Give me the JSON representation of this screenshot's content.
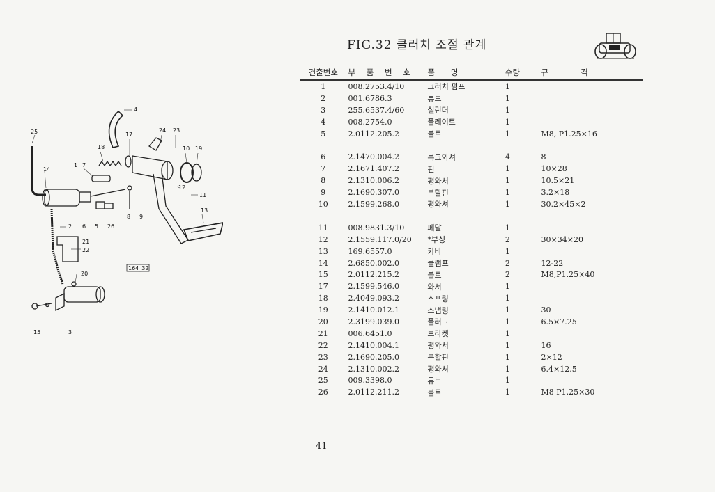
{
  "page": {
    "title": "FIG.32 클러치 조절 관계",
    "page_number": "41",
    "figure_code": "164_32"
  },
  "diagram": {
    "callouts": [
      "25",
      "14",
      "1",
      "7",
      "18",
      "17",
      "4",
      "24",
      "23",
      "10",
      "19",
      "12",
      "11",
      "13",
      "8",
      "9",
      "2",
      "6",
      "5",
      "26",
      "21",
      "22",
      "20",
      "15",
      "3"
    ]
  },
  "table": {
    "headers": {
      "no": "건출번호",
      "part_number": "부 품 번 호",
      "name": "품　　명",
      "qty": "수량",
      "spec": "규　　　　격"
    },
    "rows": [
      {
        "no": "1",
        "pn": "008.2753.4/10",
        "name": "크러치 펌프",
        "qty": "1",
        "spec": ""
      },
      {
        "no": "2",
        "pn": "001.6786.3",
        "name": "튜브",
        "qty": "1",
        "spec": ""
      },
      {
        "no": "3",
        "pn": "255.6537.4/60",
        "name": "실린더",
        "qty": "1",
        "spec": ""
      },
      {
        "no": "4",
        "pn": "008.2754.0",
        "name": "플레이트",
        "qty": "1",
        "spec": ""
      },
      {
        "no": "5",
        "pn": "2.0112.205.2",
        "name": "볼트",
        "qty": "1",
        "spec": "M8, P1.25×16"
      },
      {
        "gap": true
      },
      {
        "no": "6",
        "pn": "2.1470.004.2",
        "name": "록크와셔",
        "qty": "4",
        "spec": "8"
      },
      {
        "no": "7",
        "pn": "2.1671.407.2",
        "name": "핀",
        "qty": "1",
        "spec": "10×28"
      },
      {
        "no": "8",
        "pn": "2.1310.006.2",
        "name": "평와서",
        "qty": "1",
        "spec": "10.5×21"
      },
      {
        "no": "9",
        "pn": "2.1690.307.0",
        "name": "분할핀",
        "qty": "1",
        "spec": "3.2×18"
      },
      {
        "no": "10",
        "pn": "2.1599.268.0",
        "name": "평와셔",
        "qty": "1",
        "spec": "30.2×45×2"
      },
      {
        "gap": true
      },
      {
        "no": "11",
        "pn": "008.9831.3/10",
        "name": "페달",
        "qty": "1",
        "spec": ""
      },
      {
        "no": "12",
        "pn": "2.1559.117.0/20",
        "name": "*부싱",
        "qty": "2",
        "spec": "30×34×20"
      },
      {
        "no": "13",
        "pn": "169.6557.0",
        "name": "카바",
        "qty": "1",
        "spec": ""
      },
      {
        "no": "14",
        "pn": "2.6850.002.0",
        "name": "클램프",
        "qty": "2",
        "spec": "12-22"
      },
      {
        "no": "15",
        "pn": "2.0112.215.2",
        "name": "볼트",
        "qty": "2",
        "spec": "M8,P1.25×40"
      },
      {
        "no": "17",
        "pn": "2.1599.546.0",
        "name": "와서",
        "qty": "1",
        "spec": ""
      },
      {
        "no": "18",
        "pn": "2.4049.093.2",
        "name": "스프링",
        "qty": "1",
        "spec": ""
      },
      {
        "no": "19",
        "pn": "2.1410.012.1",
        "name": "스냅링",
        "qty": "1",
        "spec": "30"
      },
      {
        "no": "20",
        "pn": "2.3199.039.0",
        "name": "플러그",
        "qty": "1",
        "spec": "6.5×7.25"
      },
      {
        "no": "21",
        "pn": "006.6451.0",
        "name": "브라켓",
        "qty": "1",
        "spec": ""
      },
      {
        "no": "22",
        "pn": "2.1410.004.1",
        "name": "평와서",
        "qty": "1",
        "spec": "16"
      },
      {
        "no": "23",
        "pn": "2.1690.205.0",
        "name": "분할핀",
        "qty": "1",
        "spec": "2×12"
      },
      {
        "no": "24",
        "pn": "2.1310.002.2",
        "name": "평와셔",
        "qty": "1",
        "spec": "6.4×12.5"
      },
      {
        "no": "25",
        "pn": "009.3398.0",
        "name": "튜브",
        "qty": "1",
        "spec": ""
      },
      {
        "no": "26",
        "pn": "2.0112.211.2",
        "name": "볼트",
        "qty": "1",
        "spec": "M8 P1.25×30"
      }
    ]
  },
  "colors": {
    "ink": "#222222",
    "paper": "#f6f6f3"
  },
  "icons": [
    "tractor-icon"
  ]
}
